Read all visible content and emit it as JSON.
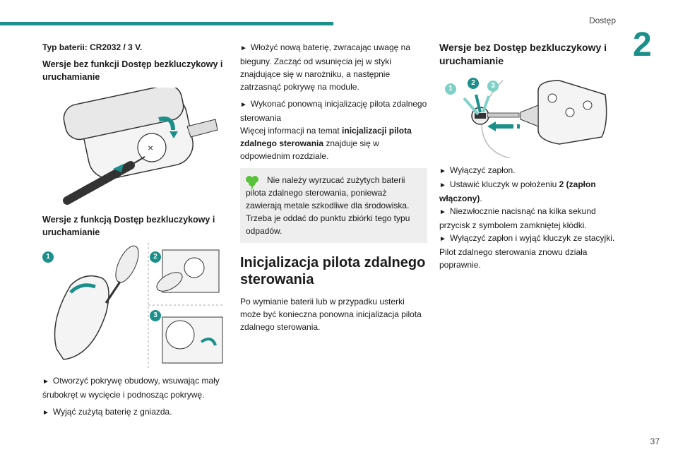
{
  "header": {
    "section": "Dostęp",
    "chapter": "2"
  },
  "footer": {
    "page": "37"
  },
  "col1": {
    "battery_type": "Typ baterii: CR2032 / 3 V.",
    "h_no_keyless": "Wersje bez funkcji Dostęp bezkluczykowy i uruchamianie",
    "h_keyless": "Wersje z funkcją Dostęp bezkluczykowy i uruchamianie",
    "grid_labels": [
      "1",
      "2",
      "3"
    ],
    "step1": "Otworzyć pokrywę obudowy, wsuwając mały śrubokręt w wycięcie i podnosząc pokrywę.",
    "step2": "Wyjąć zużytą baterię z gniazda."
  },
  "col2": {
    "step3": "Włożyć nową baterię, zwracając uwagę na bieguny. Zacząć od wsunięcia jej w styki znajdujące się w narożniku, a następnie zatrzasnąć pokrywę na module.",
    "step4": "Wykonać ponowną inicjalizację pilota zdalnego sterowania",
    "more_pre": "Więcej informacji na temat ",
    "more_bold": "inicjalizacji pilota zdalnego sterowania",
    "more_post": " znajduje się w odpowiednim rozdziale.",
    "notice": "Nie należy wyrzucać zużytych baterii pilota zdalnego sterowania, ponieważ zawierają metale szkodliwe dla środowiska. Trzeba je oddać do punktu zbiórki tego typu odpadów.",
    "h_init": "Inicjalizacja pilota zdalnego sterowania",
    "init_text": "Po wymianie baterii lub w przypadku usterki może być konieczna ponowna inicjalizacja pilota zdalnego sterowania."
  },
  "col3": {
    "h_versions": "Wersje bez Dostęp bezkluczykowy i uruchamianie",
    "fig_labels": [
      "1",
      "2",
      "3"
    ],
    "s1": "Wyłączyć zapłon.",
    "s2_pre": "Ustawić kluczyk w położeniu ",
    "s2_bold": "2 (zapłon włączony)",
    "s2_post": ".",
    "s3": "Niezwłocznie nacisnąć na kilka sekund przycisk z symbolem zamkniętej kłódki.",
    "s4": "Wyłączyć zapłon i wyjąć kluczyk ze stacyjki.",
    "final": "Pilot zdalnego sterowania znowu działa poprawnie."
  },
  "colors": {
    "accent": "#1b8f8a",
    "light_accent": "#7fd1c8",
    "notice_bg": "#eeeeee"
  }
}
